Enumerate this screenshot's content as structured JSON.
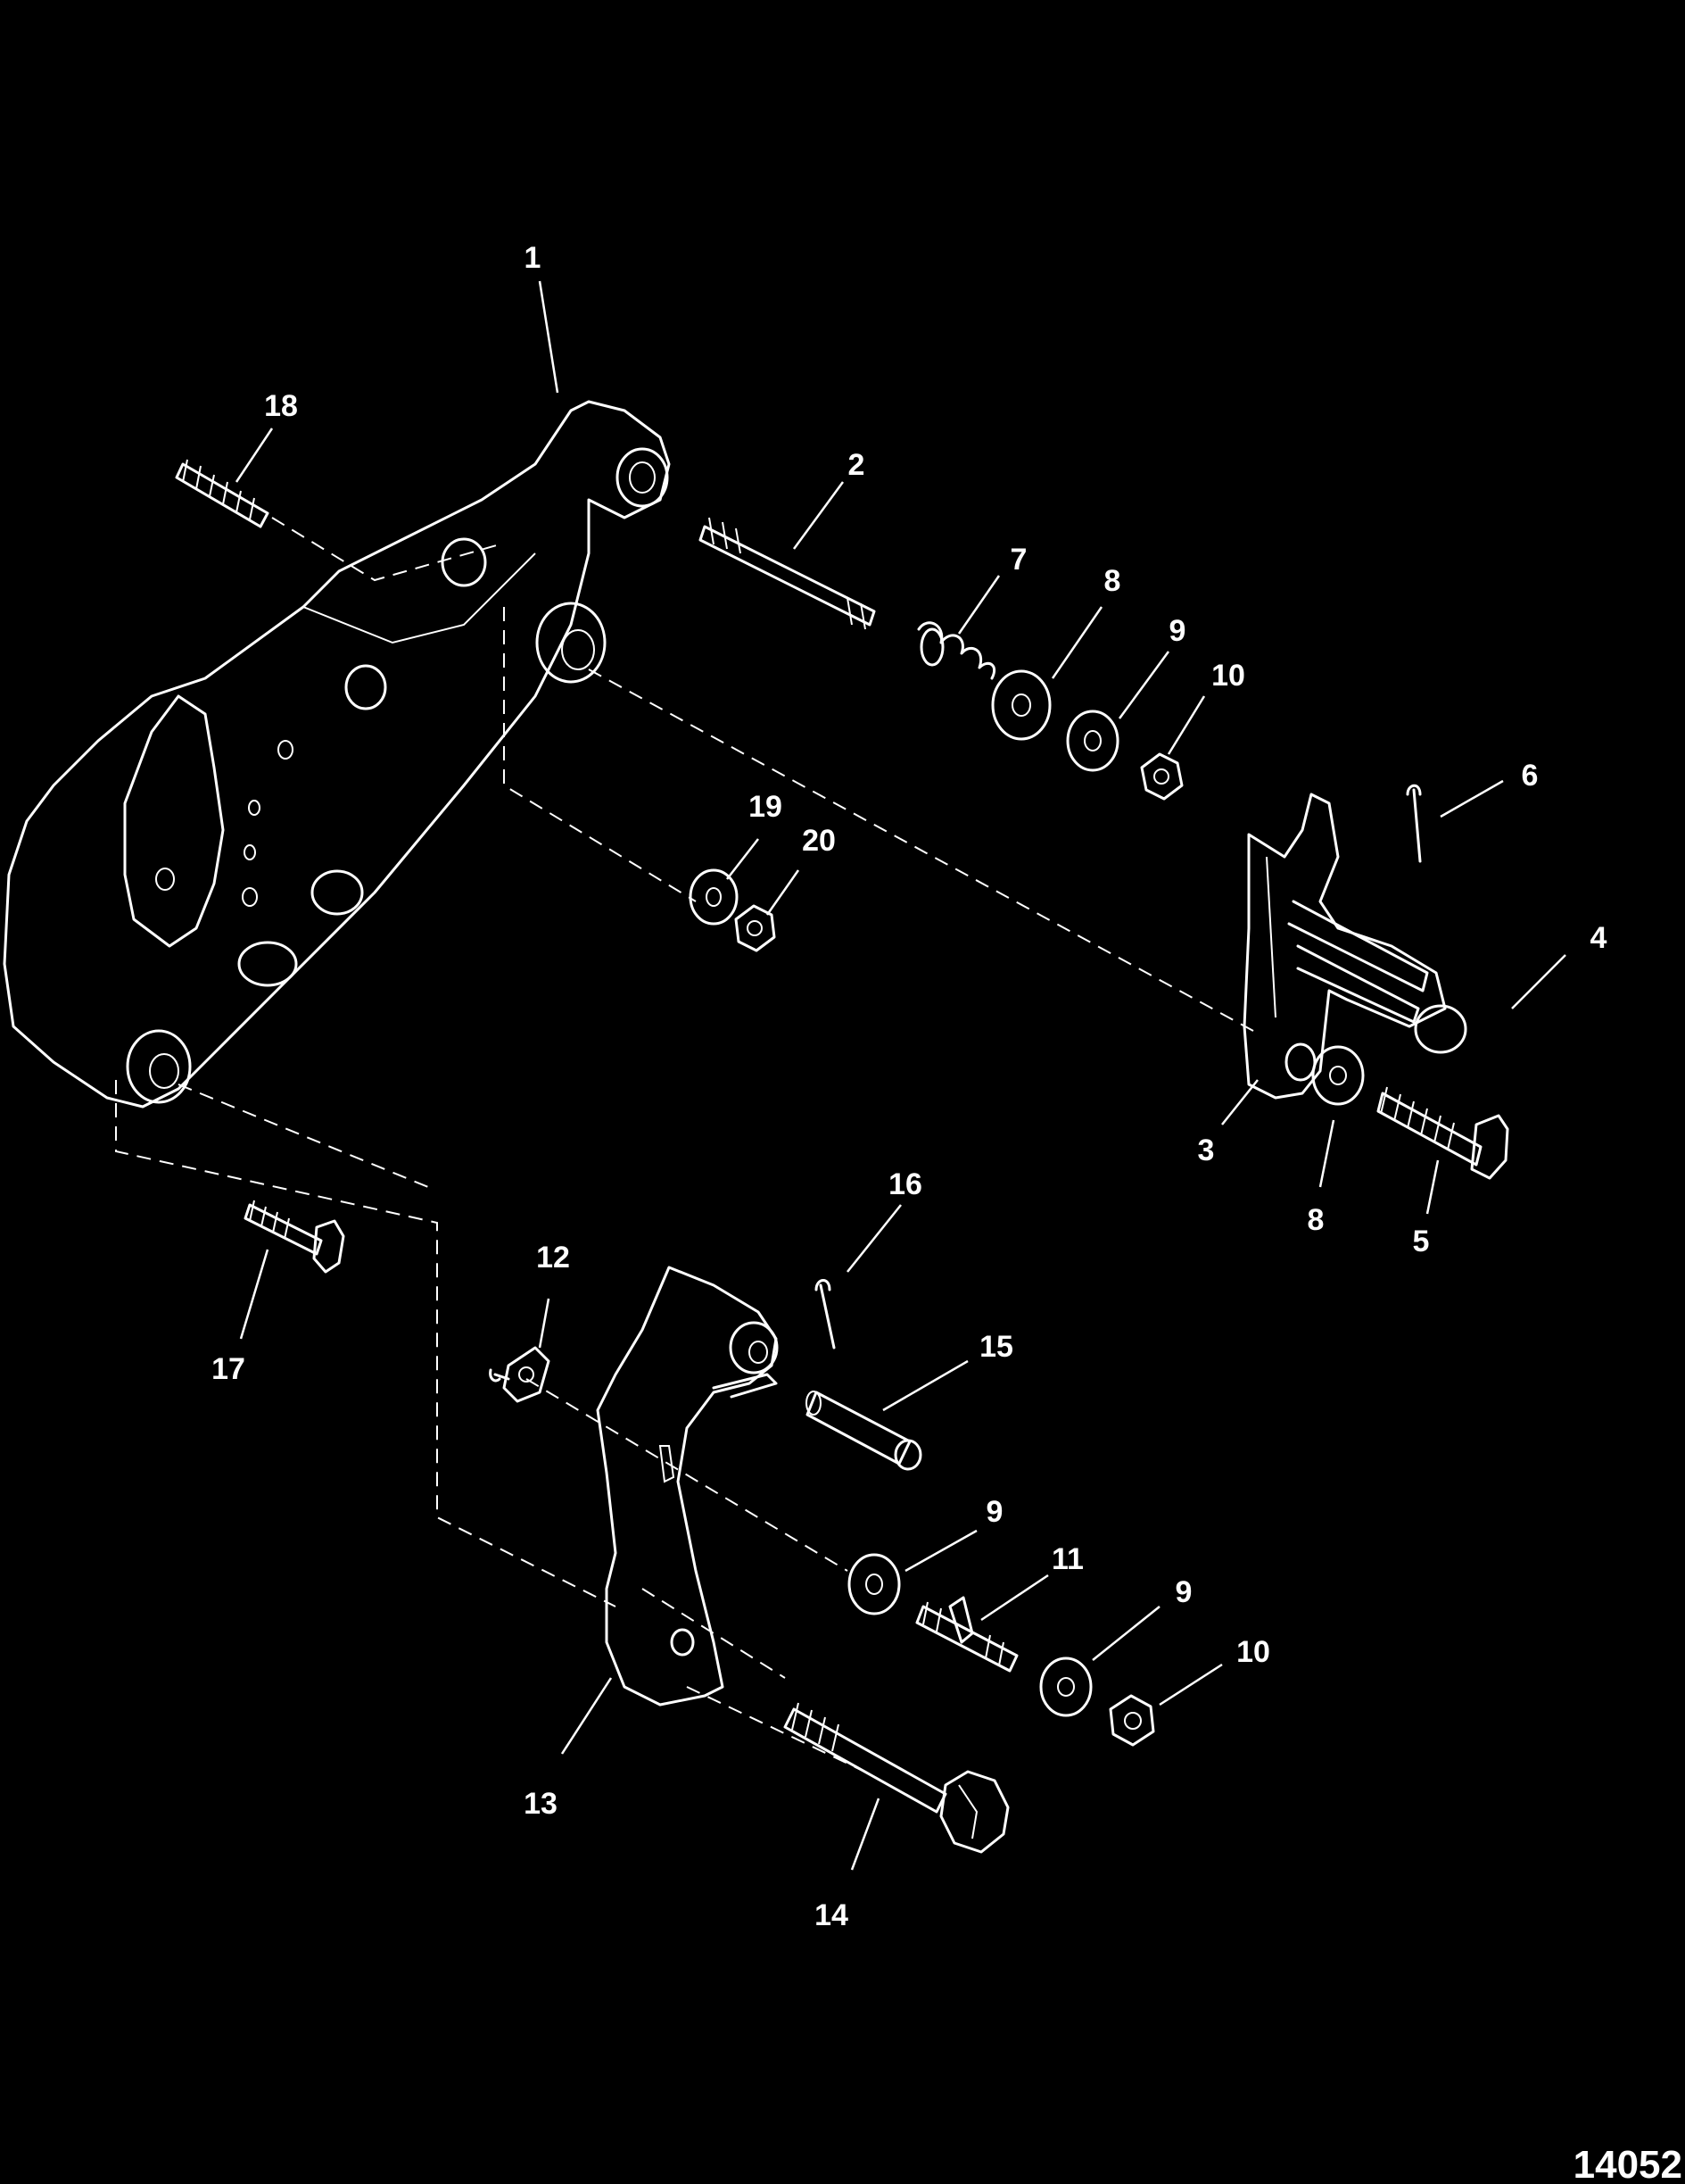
{
  "callouts": [
    {
      "id": "c1",
      "text": "1"
    },
    {
      "id": "c2",
      "text": "2"
    },
    {
      "id": "c3",
      "text": "3"
    },
    {
      "id": "c4",
      "text": "4"
    },
    {
      "id": "c5",
      "text": "5"
    },
    {
      "id": "c6",
      "text": "6"
    },
    {
      "id": "c7",
      "text": "7"
    },
    {
      "id": "c8a",
      "text": "8"
    },
    {
      "id": "c8b",
      "text": "8"
    },
    {
      "id": "c9a",
      "text": "9"
    },
    {
      "id": "c9b",
      "text": "9"
    },
    {
      "id": "c9c",
      "text": "9"
    },
    {
      "id": "c10a",
      "text": "10"
    },
    {
      "id": "c10b",
      "text": "10"
    },
    {
      "id": "c11",
      "text": "11"
    },
    {
      "id": "c12",
      "text": "12"
    },
    {
      "id": "c13",
      "text": "13"
    },
    {
      "id": "c14",
      "text": "14"
    },
    {
      "id": "c15",
      "text": "15"
    },
    {
      "id": "c16",
      "text": "16"
    },
    {
      "id": "c17",
      "text": "17"
    },
    {
      "id": "c18",
      "text": "18"
    },
    {
      "id": "c19",
      "text": "19"
    },
    {
      "id": "c20",
      "text": "20"
    }
  ],
  "figure_number": "14052"
}
